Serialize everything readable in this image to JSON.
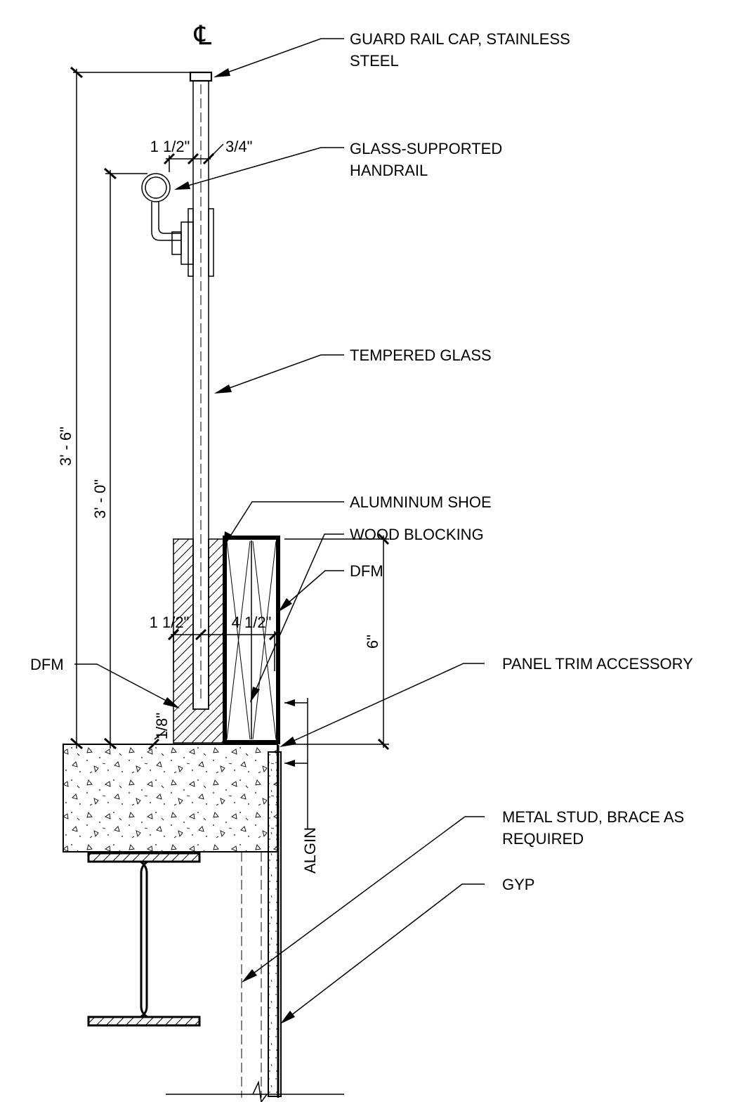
{
  "centerline_symbol": "℄",
  "labels": {
    "guard_rail_cap_line1": "GUARD RAIL CAP, STAINLESS",
    "guard_rail_cap_line2": "STEEL",
    "handrail_line1": "GLASS-SUPPORTED",
    "handrail_line2": "HANDRAIL",
    "tempered_glass": "TEMPERED GLASS",
    "aluminum_shoe": "ALUMNINUM SHOE",
    "wood_blocking": "WOOD BLOCKING",
    "dfm_right": "DFM",
    "dfm_left": "DFM",
    "panel_trim": "PANEL TRIM ACCESSORY",
    "metal_stud_line1": "METAL STUD, BRACE AS",
    "metal_stud_line2": "REQUIRED",
    "gyp": "GYP",
    "align": "ALGIN"
  },
  "dimensions": {
    "overall_height": "3' - 6\"",
    "handrail_height": "3' - 0\"",
    "handrail_offset": "1 1/2\"",
    "glass_thickness": "3/4\"",
    "shoe_left": "1 1/2\"",
    "shoe_right": "4 1/2\"",
    "blocking_height": "6\"",
    "gap": "1/8\""
  },
  "colors": {
    "line": "#000000",
    "background": "#ffffff"
  }
}
